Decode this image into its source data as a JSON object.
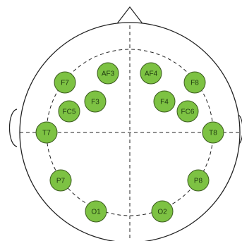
{
  "diagram": {
    "colors": {
      "electrode_fill": "#7dc243",
      "electrode_stroke": "#3a5a1e",
      "outline": "#222222",
      "background": "#ffffff"
    },
    "electrodes": [
      {
        "id": "f7",
        "label": "F7"
      },
      {
        "id": "af3",
        "label": "AF3"
      },
      {
        "id": "af4",
        "label": "AF4"
      },
      {
        "id": "f8",
        "label": "F8"
      },
      {
        "id": "f3",
        "label": "F3"
      },
      {
        "id": "f4",
        "label": "F4"
      },
      {
        "id": "fc5",
        "label": "FC5"
      },
      {
        "id": "fc6",
        "label": "FC6"
      },
      {
        "id": "t7",
        "label": "T7"
      },
      {
        "id": "t8",
        "label": "T8"
      },
      {
        "id": "p7",
        "label": "P7"
      },
      {
        "id": "p8",
        "label": "P8"
      },
      {
        "id": "o1",
        "label": "O1"
      },
      {
        "id": "o2",
        "label": "O2"
      }
    ]
  }
}
